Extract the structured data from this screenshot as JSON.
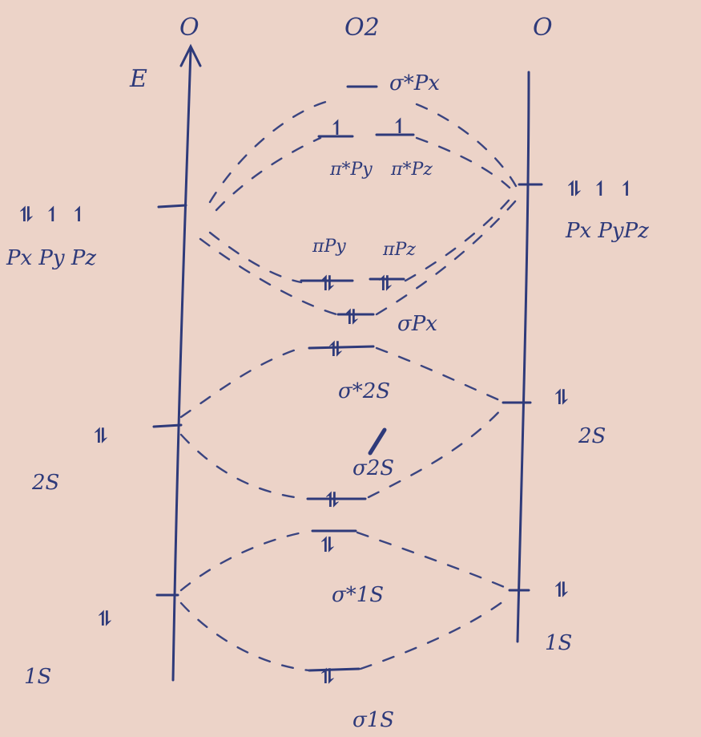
{
  "headers": {
    "left_atom": "O",
    "molecule": "O2",
    "right_atom": "O"
  },
  "axis": {
    "label": "E"
  },
  "left_atom": {
    "p_electrons": "⥮ ↿ ↿",
    "p_orbitals": "Px  Py  Pz",
    "s2_electrons": "⥮",
    "s2_label": "2S",
    "s1_electrons": "⥮",
    "s1_label": "1S"
  },
  "right_atom": {
    "p_electrons": "⥮ ↿ ↿",
    "p_orbitals": "Px  PyPz",
    "s2_electrons": "⥮",
    "s2_label": "2S",
    "s1_electrons": "⥮",
    "s1_label": "1S"
  },
  "molecular_orbitals": {
    "sigma_star_px_label": "σ*Px",
    "pi_star_electrons_y": "↿",
    "pi_star_electrons_z": "↿",
    "pi_star_y_label": "π*Py",
    "pi_star_z_label": "π*Pz",
    "pi_y_label": "πPy",
    "pi_z_label": "πPz",
    "pi_electrons_y": "⥮",
    "pi_electrons_z": "⥮",
    "sigma_px_electrons": "⥮",
    "sigma_px_label": "σPx",
    "sigma_star_2s_electrons": "⥮",
    "sigma_star_2s_label": "σ*2S",
    "sigma_2s_label": "σ2S",
    "sigma_2s_electrons": "⥮",
    "sigma_star_1s_electrons": "⥮",
    "sigma_star_1s_label": "σ*1S",
    "sigma_1s_electrons": "⥮",
    "sigma_1s_label": "σ1S"
  }
}
